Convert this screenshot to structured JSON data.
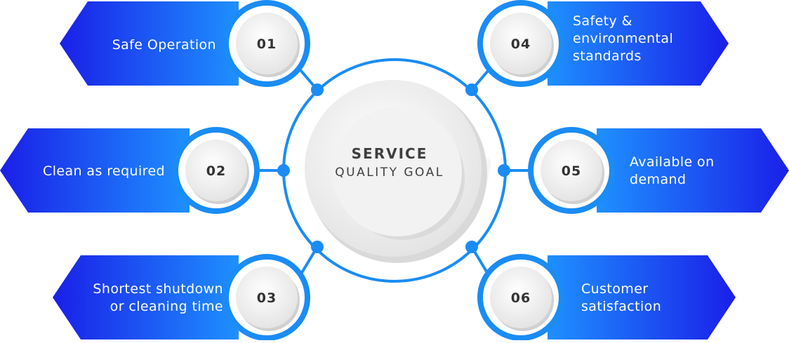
{
  "center": {
    "line1": "SERVICE",
    "line2": "QUALITY GOAL"
  },
  "colors": {
    "blue_light": "#1E90FF",
    "blue_dark": "#1A1FE8",
    "ring": "#1A8CF5",
    "white": "#FFFFFF",
    "disc": "#EEEEEE"
  },
  "items": [
    {
      "number": "01",
      "lines": [
        "Safe Operation"
      ]
    },
    {
      "number": "02",
      "lines": [
        "Clean as required"
      ]
    },
    {
      "number": "03",
      "lines": [
        "Shortest shutdown",
        "or cleaning time"
      ]
    },
    {
      "number": "04",
      "lines": [
        "Safety &",
        "environmental",
        "standards"
      ]
    },
    {
      "number": "05",
      "lines": [
        "Available on",
        "demand"
      ]
    },
    {
      "number": "06",
      "lines": [
        "Customer",
        "satisfaction"
      ]
    }
  ]
}
